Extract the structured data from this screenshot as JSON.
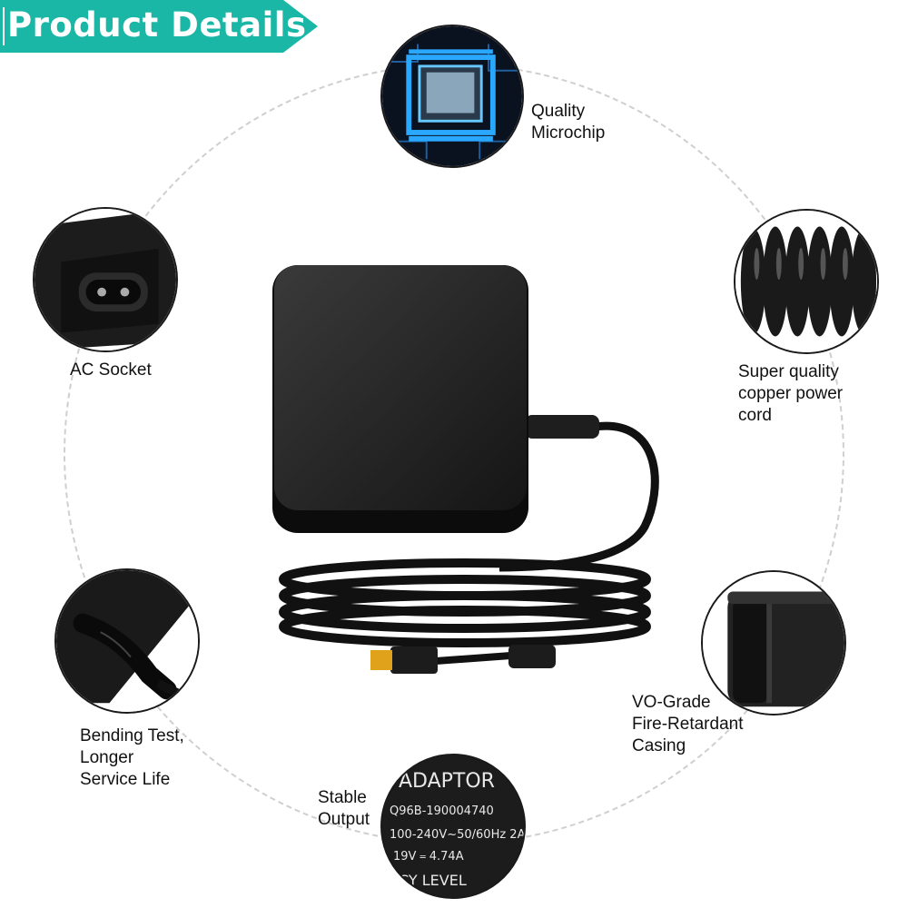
{
  "banner": {
    "title": "Product Details",
    "color": "#1ab6a6"
  },
  "features": {
    "microchip": {
      "lines": [
        "Quality",
        "Microchip"
      ]
    },
    "cord": {
      "lines": [
        "Super quality",
        "copper power",
        "cord"
      ]
    },
    "ac_socket": {
      "lines": [
        "AC Socket"
      ]
    },
    "casing": {
      "lines": [
        "VO-Grade",
        "Fire-Retardant",
        "Casing"
      ]
    },
    "bending": {
      "lines": [
        "Bending Test,",
        "Longer",
        "Service Life"
      ]
    },
    "output": {
      "lines": [
        "Stable",
        "Output"
      ]
    }
  },
  "label_plate": {
    "line1": "ADAPTOR",
    "line2": "Q96B-190004740",
    "line3": "100-240V~50/60Hz 2A",
    "line4": "19V",
    "line4b": "4.74A",
    "line5": "CY LEVEL"
  },
  "colors": {
    "accent": "#1ab6a6",
    "chip_glow": "#2aa8ff"
  }
}
